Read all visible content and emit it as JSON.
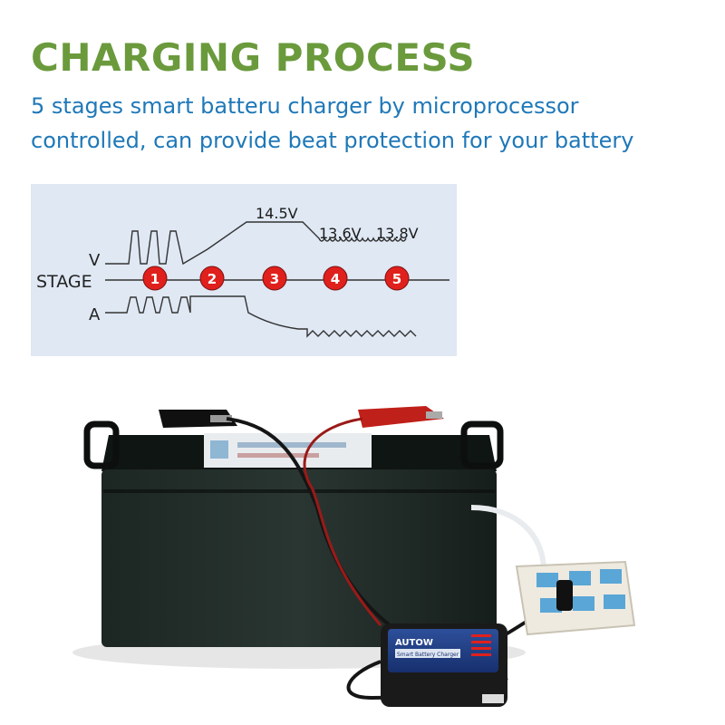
{
  "header": {
    "title": "CHARGING PROCESS",
    "subtitle_line1": "5 stages smart batteru charger by microprocessor",
    "subtitle_line2": "controlled, can provide beat protection for your battery"
  },
  "diagram": {
    "row_labels": {
      "voltage": "V",
      "stage": "STAGE",
      "current": "A"
    },
    "voltage_labels": [
      "14.5V",
      "13.6V",
      "13.8V"
    ],
    "stages": [
      "1",
      "2",
      "3",
      "4",
      "5"
    ],
    "colors": {
      "background": "#dfe8f3",
      "stage_circle": "#e0201c",
      "line": "#333333"
    }
  },
  "charger": {
    "brand": "AUTOW",
    "product": "Smart Battery Charger"
  },
  "colors": {
    "title": "#6a9a3c",
    "subtitle": "#1f78b8"
  }
}
